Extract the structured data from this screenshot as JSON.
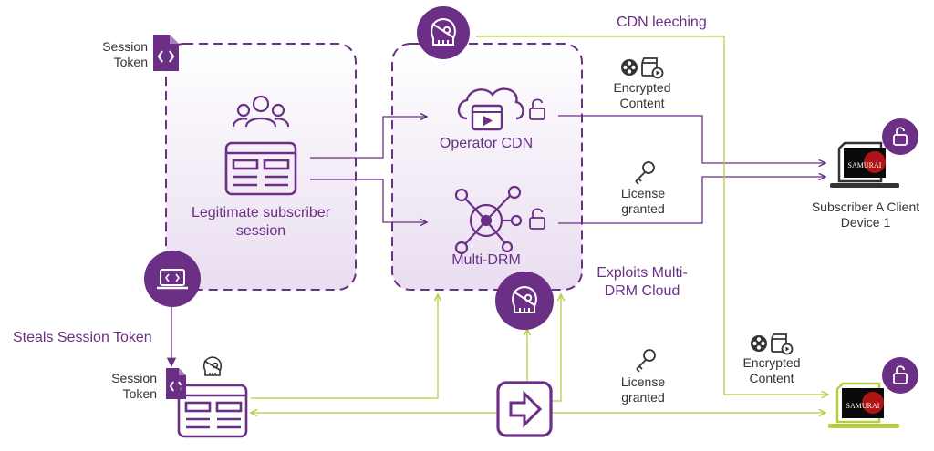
{
  "colors": {
    "purple": "#6b2f86",
    "purple_light": "#a77fc0",
    "green": "#b5cf45",
    "grey": "#333333",
    "black": "#111111",
    "screen_red": "#b01515"
  },
  "labels": {
    "cdn_leeching": "CDN leeching",
    "session_token_top": "Session Token",
    "encrypted_content_top": "Encrypted Content",
    "operator_cdn": "Operator CDN",
    "license_granted_top": "License granted",
    "subscriber_device": "Subscriber A Client Device 1",
    "legitimate_session": "Legitimate subscriber session",
    "multi_drm": "Multi-DRM",
    "exploits": "Exploits Multi-DRM Cloud",
    "steals_token": "Steals Session Token",
    "session_token_bottom": "Session Token",
    "encrypted_content_bottom": "Encrypted Content",
    "license_granted_bottom": "License granted",
    "samurai_top": "SAMURAI",
    "samurai_bottom": "SAMURAI"
  },
  "icons": [
    "pirate-skull-icon",
    "document-code-icon",
    "users-icon",
    "web-page-icon",
    "cloud-video-icon",
    "network-hub-icon",
    "unlock-icon",
    "key-icon",
    "film-reel-icon",
    "clapperboard-icon",
    "laptop-icon",
    "arrow-right-icon"
  ]
}
